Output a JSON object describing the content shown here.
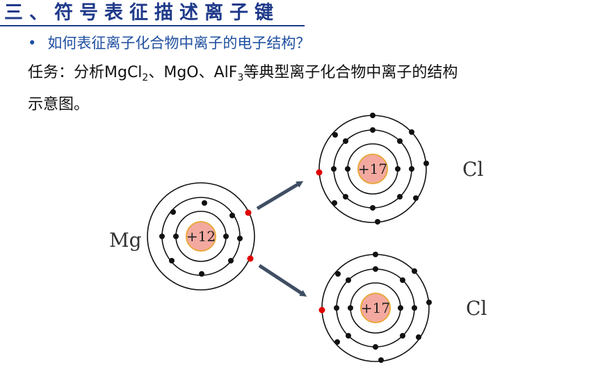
{
  "title": "三、符号表征描述离子键",
  "bullet": {
    "marker": "•",
    "text": "如何表征离子化合物中离子的电子结构？"
  },
  "task": {
    "prefix": "任务：分析MgCl",
    "sub1": "2",
    "mid": "、MgO、AlF",
    "sub2": "3",
    "suffix": "等典型离子化合物中离子的结构",
    "line2": "示意图。"
  },
  "diagram": {
    "mg_label": "Mg",
    "mg_nucleus": "+12",
    "cl_top_nucleus": "+17",
    "cl_top_label": "Cl",
    "cl_bottom_nucleus": "+17",
    "cl_bottom_label": "Cl",
    "colors": {
      "electron": "#111111",
      "transferred_electron": "#e00000",
      "nucleus_fill": "#f4a9a0",
      "nucleus_stroke": "#e8a93c",
      "arrow": "#3f4e63"
    }
  }
}
